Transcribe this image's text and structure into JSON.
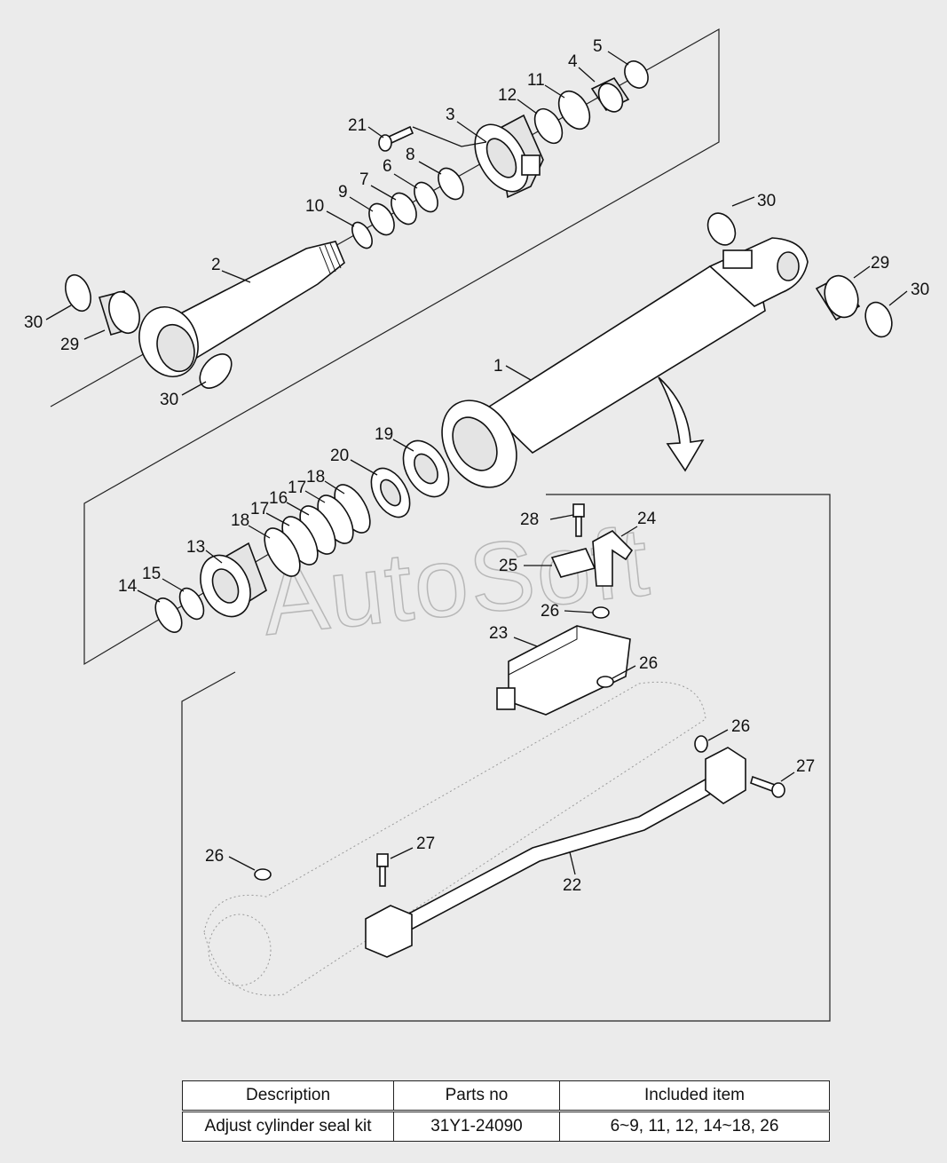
{
  "watermark": "AutoSoft",
  "callouts": [
    "1",
    "2",
    "3",
    "4",
    "5",
    "6",
    "7",
    "8",
    "9",
    "10",
    "11",
    "12",
    "13",
    "14",
    "15",
    "16",
    "17",
    "18",
    "18",
    "17",
    "19",
    "20",
    "21",
    "22",
    "23",
    "24",
    "25",
    "26",
    "26",
    "26",
    "26",
    "27",
    "27",
    "28",
    "29",
    "29",
    "30",
    "30",
    "30",
    "30"
  ],
  "kit_table": {
    "headers": [
      "Description",
      "Parts no",
      "Included item"
    ],
    "rows": [
      [
        "Adjust cylinder seal kit",
        "31Y1-24090",
        "6~9, 11, 12, 14~18, 26"
      ]
    ]
  }
}
